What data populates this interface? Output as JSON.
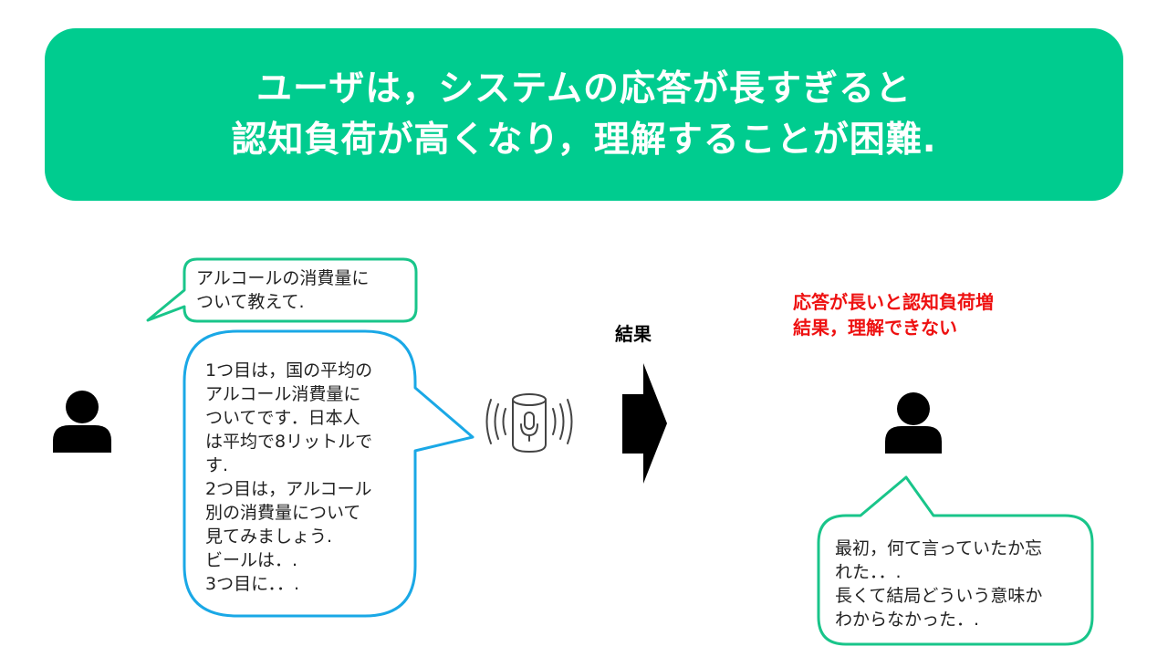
{
  "banner": {
    "line1": "ユーザは，システムの応答が長すぎると",
    "line2": "認知負荷が高くなり，理解することが困難."
  },
  "user_question": {
    "lines": [
      "アルコールの消費量に",
      "ついて教えて."
    ]
  },
  "system_answer": {
    "lines": [
      "1つ目は，国の平均の",
      "アルコール消費量に",
      "ついてです．日本人",
      "は平均で8リットルで",
      "す.",
      "2つ目は，アルコール",
      "別の消費量について",
      "見てみましょう.",
      "ビールは．.",
      "3つ目に．．."
    ]
  },
  "arrow_label": "結果",
  "outcome": {
    "lines": [
      "応答が長いと認知負荷増",
      "結果，理解できない"
    ]
  },
  "user_reaction": {
    "lines": [
      "最初，何て言っていたか忘",
      "れた．．.",
      "長くて結局どういう意味か",
      "わからなかった．."
    ]
  },
  "icons": {
    "left_user": "user-icon",
    "smart_speaker": "smart-speaker-icon",
    "right_user": "user-icon",
    "arrow": "right-arrow-icon"
  },
  "colors": {
    "banner": "#00cc8f",
    "speech_green": "#19c58a",
    "speech_blue": "#1aa8e6",
    "outcome_text": "#ee1111"
  }
}
